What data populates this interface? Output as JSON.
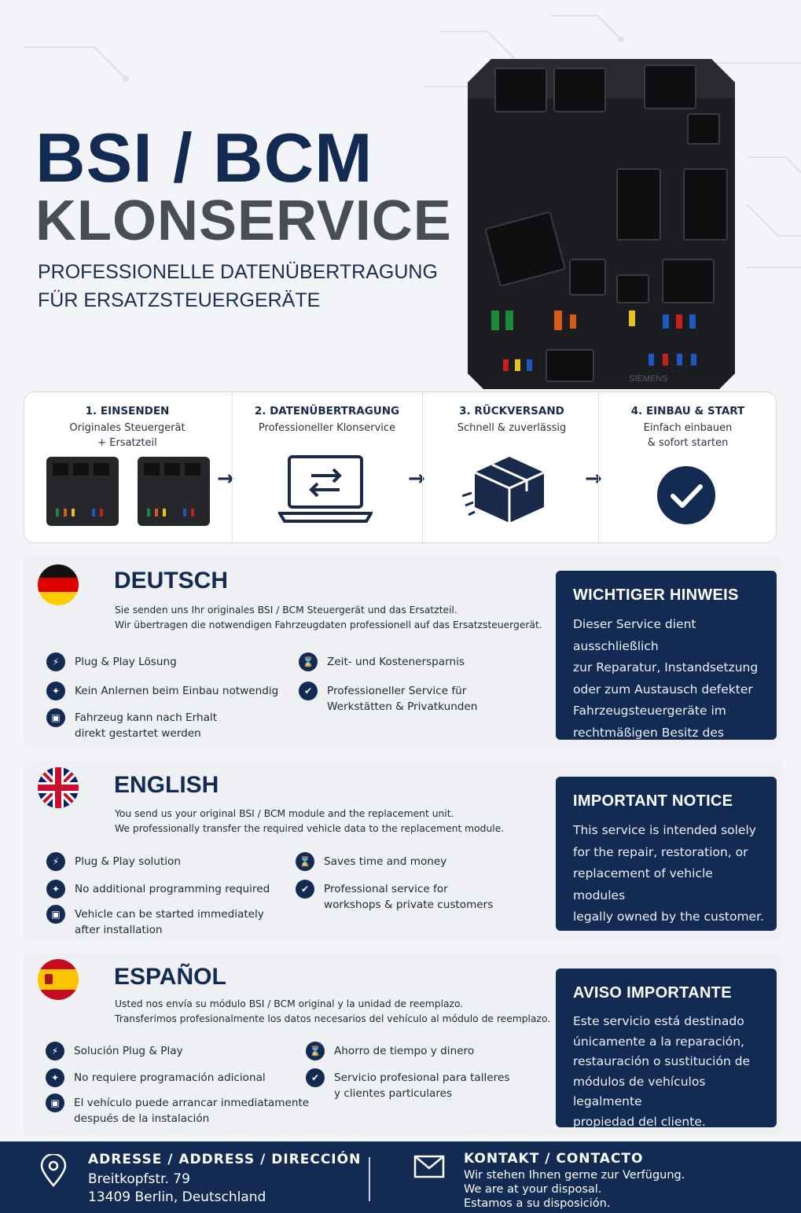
{
  "hero": {
    "title_line1": "BSI / BCM",
    "title_line2": "KLONSERVICE",
    "subtitle_line1": "PROFESSIONELLE DATENÜBERTRAGUNG",
    "subtitle_line2": "FÜR ERSATZSTEUERGERÄTE",
    "module_brand": "SIEMENS"
  },
  "steps": [
    {
      "title": "1. EINSENDEN",
      "sub1": "Originales Steuergerät",
      "sub2": "+ Ersatzteil"
    },
    {
      "title": "2. DATENÜBERTRAGUNG",
      "sub1": "Professioneller Klonservice",
      "sub2": ""
    },
    {
      "title": "3. RÜCKVERSAND",
      "sub1": "Schnell & zuverlässig",
      "sub2": ""
    },
    {
      "title": "4. EINBAU & START",
      "sub1": "Einfach einbauen",
      "sub2": "& sofort starten"
    }
  ],
  "sections": {
    "de": {
      "title": "DEUTSCH",
      "intro1": "Sie senden uns Ihr originales BSI / BCM Steuergerät und das Ersatzteil.",
      "intro2": "Wir übertragen die notwendigen Fahrzeugdaten professionell auf das Ersatzsteuergerät.",
      "f1": "Plug & Play Lösung",
      "f2": "Kein Anlernen beim Einbau notwendig",
      "f3a": "Fahrzeug kann nach Erhalt",
      "f3b": "direkt gestartet werden",
      "f4": "Zeit- und Kostenersparnis",
      "f5a": "Professioneller Service für",
      "f5b": "Werkstätten & Privatkunden",
      "notice_title": "WICHTIGER HINWEIS",
      "notice_lines": [
        "Dieser Service dient ausschließlich",
        "zur Reparatur, Instandsetzung",
        "oder zum Austausch defekter",
        "Fahrzeugsteuergeräte im",
        "rechtmäßigen Besitz des Kunden."
      ]
    },
    "en": {
      "title": "ENGLISH",
      "intro1": "You send us your original BSI / BCM module and the replacement unit.",
      "intro2": "We professionally transfer the required vehicle data to the replacement module.",
      "f1": "Plug & Play solution",
      "f2": "No additional programming required",
      "f3a": "Vehicle can be started immediately",
      "f3b": "after installation",
      "f4": "Saves time and money",
      "f5a": "Professional service for",
      "f5b": "workshops & private customers",
      "notice_title": "IMPORTANT NOTICE",
      "notice_lines": [
        "This service is intended solely",
        "for the repair, restoration, or",
        "replacement of vehicle modules",
        "legally owned by the customer."
      ]
    },
    "es": {
      "title": "ESPAÑOL",
      "intro1": "Usted nos envía su módulo BSI / BCM original y la unidad de reemplazo.",
      "intro2": "Transferimos profesionalmente los datos necesarios del vehículo al módulo de reemplazo.",
      "f1": "Solución Plug & Play",
      "f2": "No requiere programación adicional",
      "f3a": "El vehículo puede arrancar inmediatamente",
      "f3b": "después de la instalación",
      "f4": "Ahorro de tiempo y dinero",
      "f5a": "Servicio profesional para talleres",
      "f5b": "y clientes particulares",
      "notice_title": "AVISO IMPORTANTE",
      "notice_lines": [
        "Este servicio está destinado",
        "únicamente a la reparación,",
        "restauración o sustitución de",
        "módulos de vehículos legalmente",
        "propiedad del cliente."
      ]
    }
  },
  "footer": {
    "address_title": "ADRESSE  /  ADDRESS  /  DIRECCIÓN",
    "address_line1": "Breitkopfstr. 79",
    "address_line2": "13409 Berlin, Deutschland",
    "contact_title": "KONTAKT  /  CONTACTO",
    "contact_line1": "Wir stehen Ihnen gerne zur Verfügung.",
    "contact_line2": "We are at your disposal.",
    "contact_line3": "Estamos a su disposición."
  },
  "colors": {
    "navy": "#132a53",
    "grey": "#4a4d52",
    "bg": "#f3f4f7"
  }
}
